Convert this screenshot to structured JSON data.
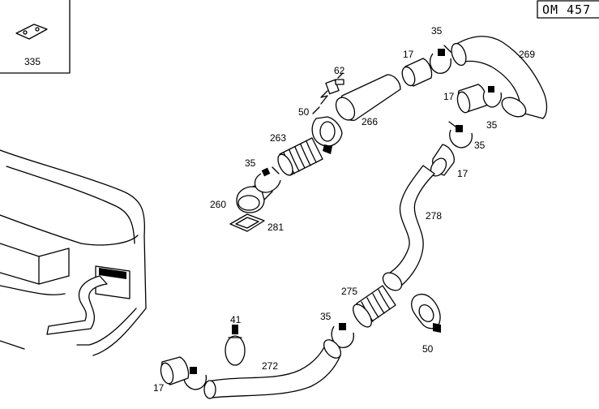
{
  "drawing": {
    "ident": "OM 457",
    "inset_label": "335"
  },
  "callouts": {
    "c_17_top": "17",
    "c_35_top": "35",
    "c_269": "269",
    "c_17_mid": "17",
    "c_35_mid": "35",
    "c_62": "62",
    "c_50_upper": "50",
    "c_266": "266",
    "c_263": "263",
    "c_35_right": "35",
    "c_17_right": "17",
    "c_35_left": "35",
    "c_260": "260",
    "c_281": "281",
    "c_278": "278",
    "c_275": "275",
    "c_35_low": "35",
    "c_50_lower": "50",
    "c_41": "41",
    "c_272": "272",
    "c_17_bottom": "17"
  }
}
